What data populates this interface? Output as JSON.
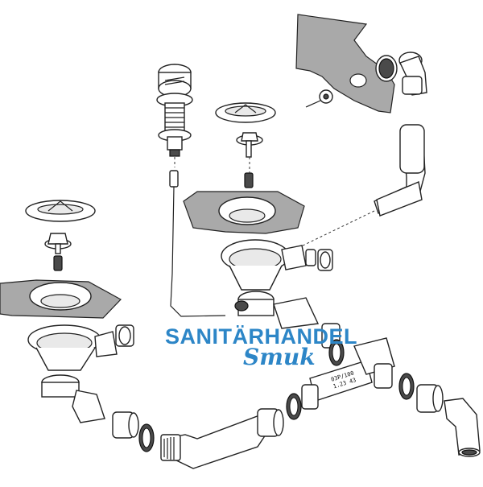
{
  "watermark": {
    "line1": "SANITÄRHANDEL",
    "line2": "Smuk",
    "color": "#2d86c7"
  },
  "pipe_label": {
    "line1": "03P/100",
    "line2": "1.23 43"
  },
  "colors": {
    "outline": "#222222",
    "panel_gray": "#a9a9a9",
    "gasket_dark": "#111111",
    "background": "#ffffff"
  }
}
